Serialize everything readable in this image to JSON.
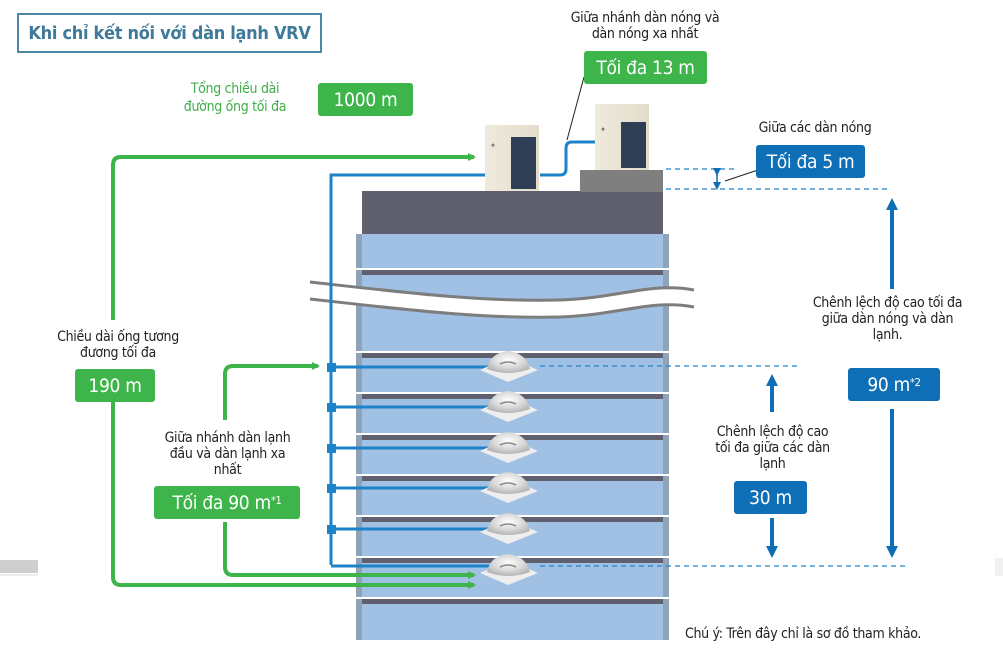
{
  "title": "Khi chỉ kết nối với dàn lạnh VRV",
  "total_pipe": {
    "label_line1": "Tổng chiều dài",
    "label_line2": "đường ống tối đa",
    "value": "1000 m"
  },
  "outdoor_branch": {
    "label_line1": "Giữa nhánh dàn nóng và",
    "label_line2": "dàn nóng xa nhất",
    "value": "Tối đa 13 m"
  },
  "between_outdoor": {
    "label": "Giữa các dàn nóng",
    "value": "Tối đa 5 m"
  },
  "equivalent_length": {
    "label_line1": "Chiều dài ống tương",
    "label_line2": "đương tối đa",
    "value": "190 m"
  },
  "indoor_branch": {
    "label_line1": "Giữa nhánh dàn lạnh",
    "label_line2": "đầu và dàn lạnh xa",
    "label_line3": "nhất",
    "value": "Tối đa 90 m",
    "footnote": "*1"
  },
  "height_outdoor_indoor": {
    "label_line1": "Chênh lệch độ cao tối đa",
    "label_line2": "giữa dàn nóng và dàn",
    "label_line3": "lạnh.",
    "value": "90 m",
    "footnote": "*2"
  },
  "height_indoor": {
    "label_line1": "Chênh lệch độ cao",
    "label_line2": "tối đa giữa các dàn",
    "label_line3": "lạnh",
    "value": "30 m"
  },
  "note": "Chú ý: Trên đây chỉ là sơ đồ tham khảo.",
  "colors": {
    "green": "#3db54a",
    "blue": "#0e6fb6",
    "title": "#3f7a9b",
    "building": "#a0c0e4",
    "roof": "#5f5f6e"
  },
  "indoor_unit_count": 6,
  "outdoor_unit_count": 2
}
